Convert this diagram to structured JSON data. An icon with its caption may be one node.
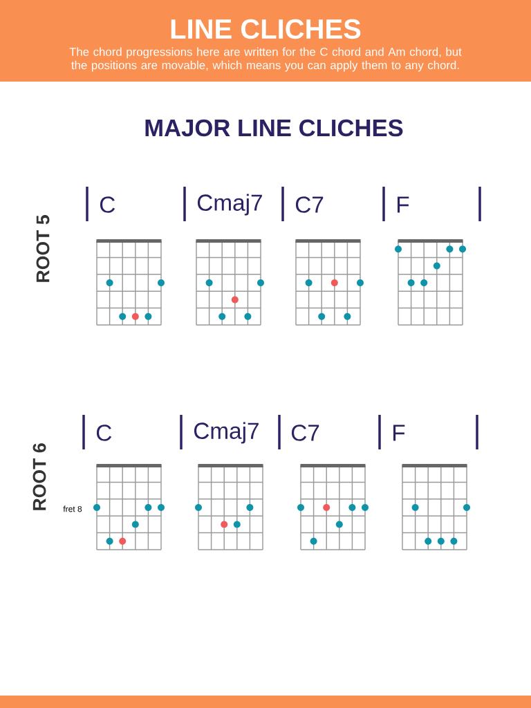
{
  "diagram": {
    "title": "LINE CLICHES",
    "labels": [
      "The chord progressions here are written for the C chord and Am chord, but the positions are movable, which means you can apply them to any chord.",
      "MAJOR LINE CLICHES",
      "ROOT 5",
      "C",
      "Cmaj7",
      "C7",
      "F",
      "ROOT 6",
      "C",
      "Cmaj7",
      "C7",
      "F",
      "fret 8"
    ]
  }
}
